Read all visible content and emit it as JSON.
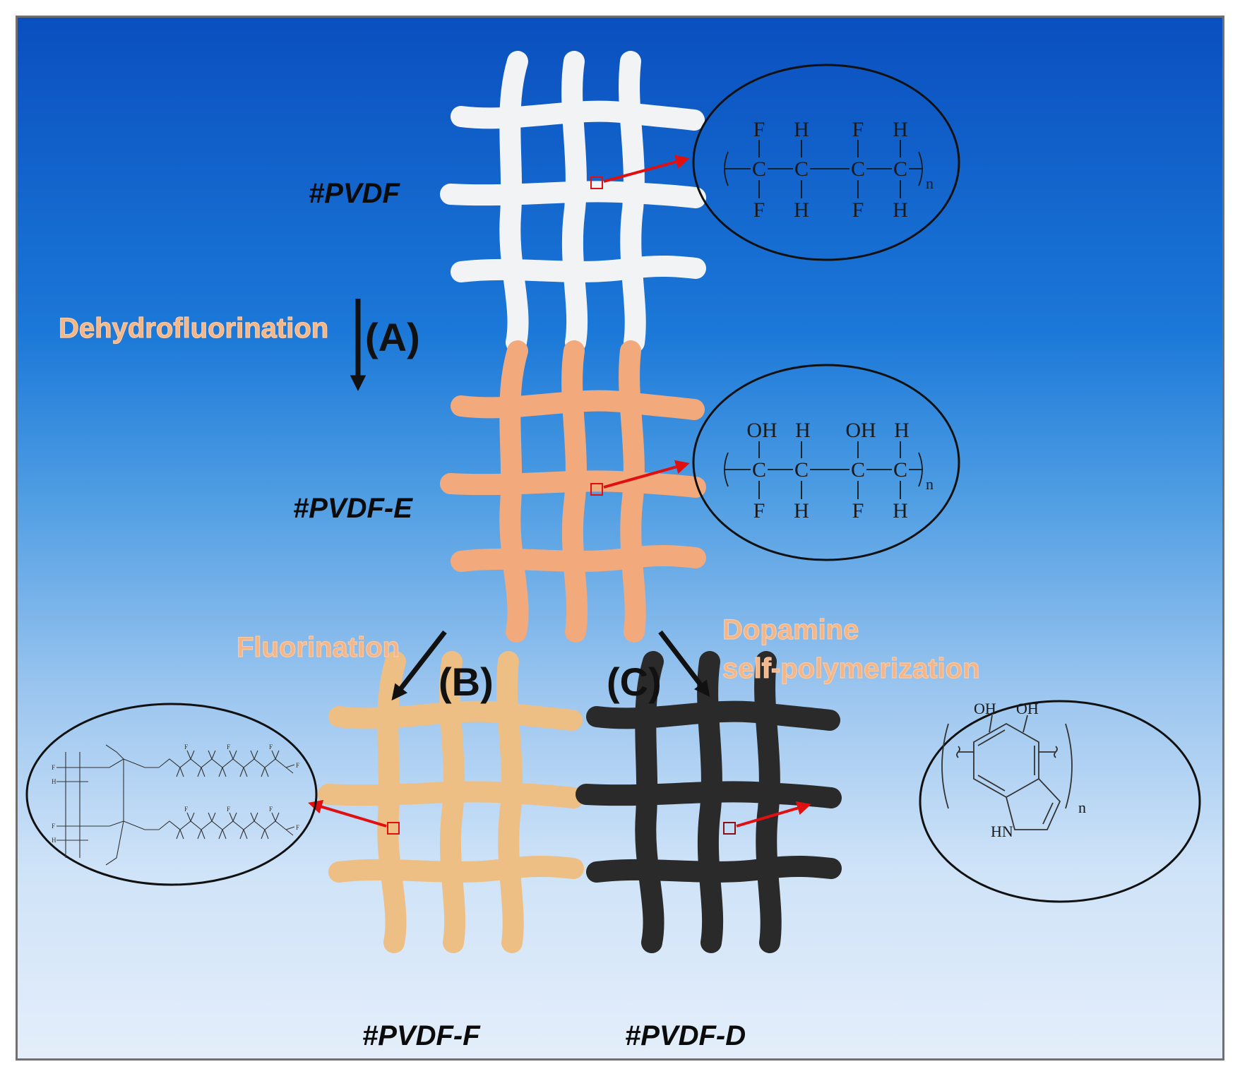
{
  "samples": {
    "pvdf": "#PVDF",
    "pvdf_e": "#PVDF-E",
    "pvdf_f": "#PVDF-F",
    "pvdf_d": "#PVDF-D"
  },
  "processes": {
    "a": {
      "name": "Dehydrofluorination",
      "step": "(A)"
    },
    "b": {
      "name": "Fluorination",
      "step": "(B)"
    },
    "c": {
      "name_line1": "Dopamine",
      "name_line2": "self-polymerization",
      "step": "(C)"
    }
  },
  "mesh_colors": {
    "pvdf": "#f2f3f5",
    "pvdf_e": "#f2a97c",
    "pvdf_f": "#edbf85",
    "pvdf_d": "#2a2a2a"
  },
  "chemistry": {
    "atom_c": "C",
    "atom_f": "F",
    "atom_h": "H",
    "group_oh": "OH",
    "group_hn": "HN",
    "repeat_n": "n"
  }
}
